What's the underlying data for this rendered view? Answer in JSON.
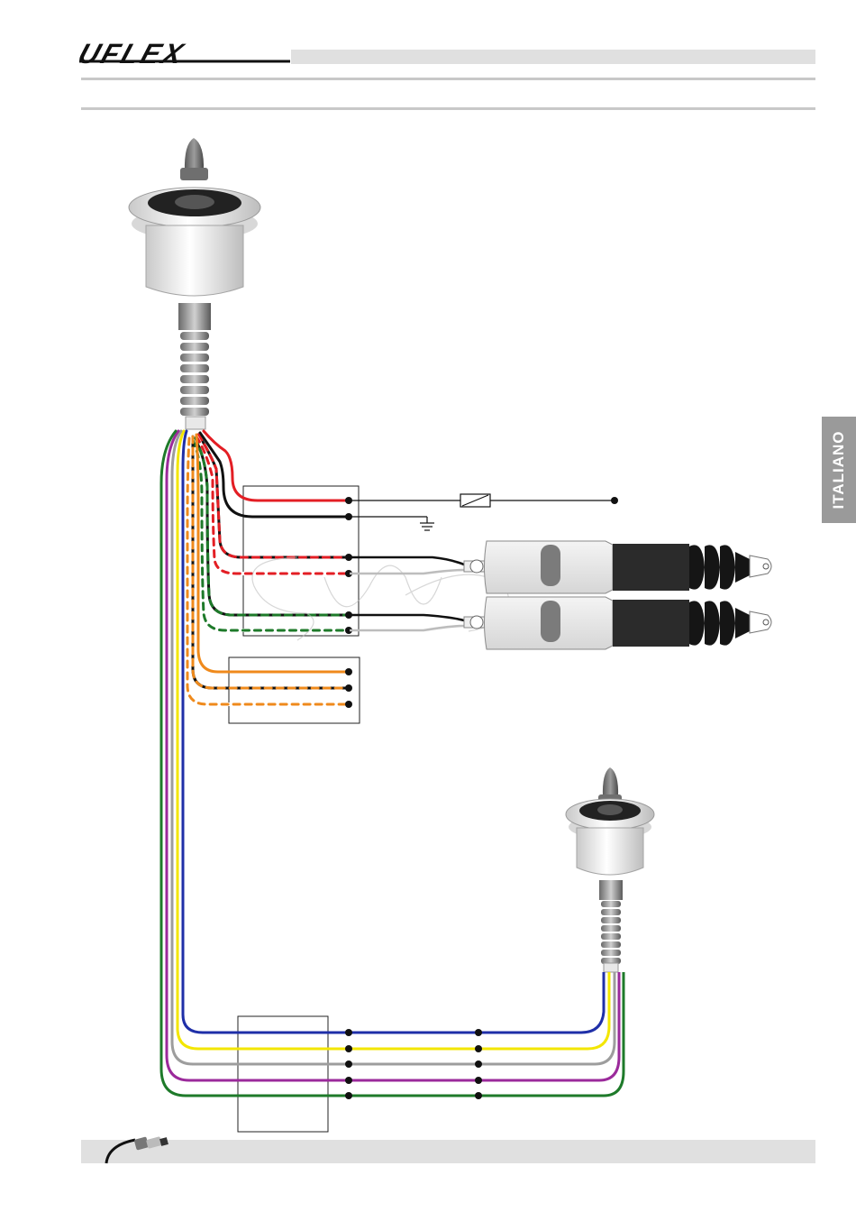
{
  "header": {
    "brand": "UFLEX"
  },
  "side_tab": {
    "label": "ITALIANO"
  },
  "colors": {
    "red": "#e31e24",
    "black": "#111111",
    "orange": "#ef8a1c",
    "green": "#1e7a2a",
    "blue": "#1f2fa8",
    "yellow": "#f3e600",
    "grey": "#9d9d9d",
    "violet": "#9b2a9b",
    "header_bar": "#e0e0e0",
    "rule": "#c8c8c8",
    "tab": "#9a9a9a"
  },
  "icons": [
    "joystick-control",
    "joystick-control-small",
    "actuator",
    "fuse-symbol",
    "ground-symbol",
    "cable-plug-icon"
  ]
}
